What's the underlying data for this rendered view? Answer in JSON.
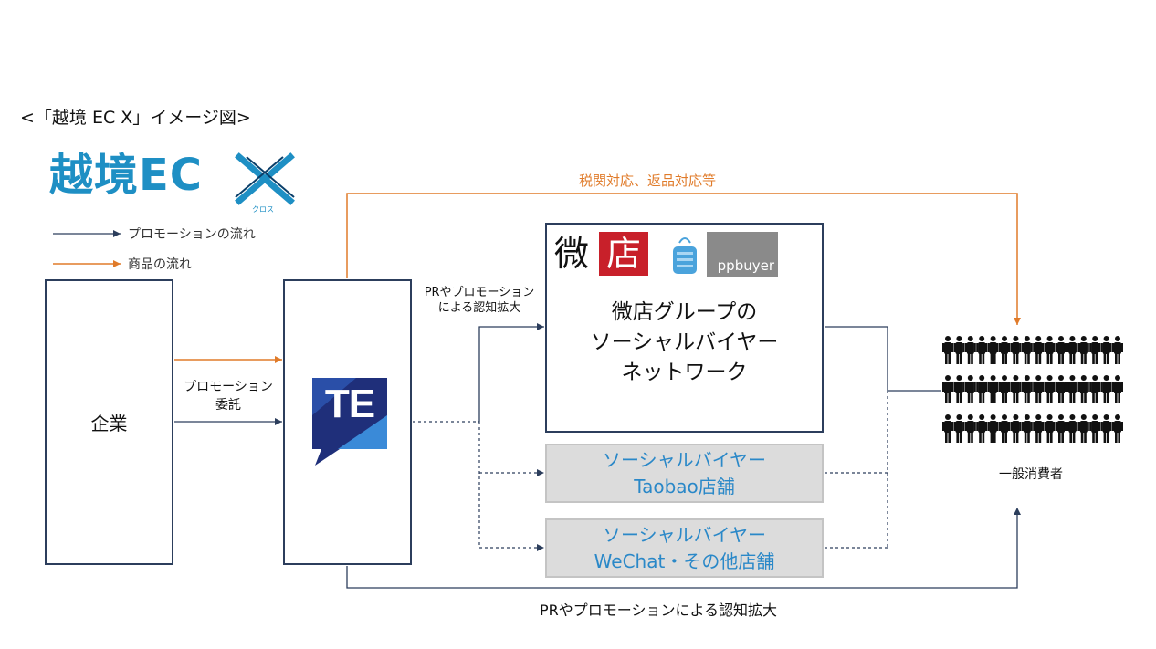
{
  "caption": "<「越境 EC X」イメージ図>",
  "logo": {
    "text": "越境EC",
    "sub": "クロス"
  },
  "legend": [
    {
      "label": "プロモーションの流れ",
      "color": "#2c3e5c"
    },
    {
      "label": "商品の流れ",
      "color": "#e07b2a"
    }
  ],
  "company": {
    "label": "企業"
  },
  "promo_request": {
    "line1": "プロモーション",
    "line2": "委託"
  },
  "te_logo": {
    "text": "TE"
  },
  "pr_small": {
    "line1": "PRやプロモーション",
    "line2": "による認知拡大"
  },
  "weidian": {
    "brand1": "微",
    "brand2": "店",
    "brand3": "ppbuyer",
    "line1": "微店グループの",
    "line2": "ソーシャルバイヤー",
    "line3": "ネットワーク"
  },
  "taobao": {
    "line1": "ソーシャルバイヤー",
    "line2": "Taobao店舗"
  },
  "wechat": {
    "line1": "ソーシャルバイヤー",
    "line2": "WeChat・その他店舗"
  },
  "tax_label": "税関対応、返品対応等",
  "bottom_label": "PRやプロモーションによる認知拡大",
  "consumers": {
    "label": "一般消費者"
  },
  "colors": {
    "navy": "#2c3e5c",
    "orange": "#e07b2a",
    "blue": "#2a88c8",
    "weidian_red": "#c8202a"
  }
}
